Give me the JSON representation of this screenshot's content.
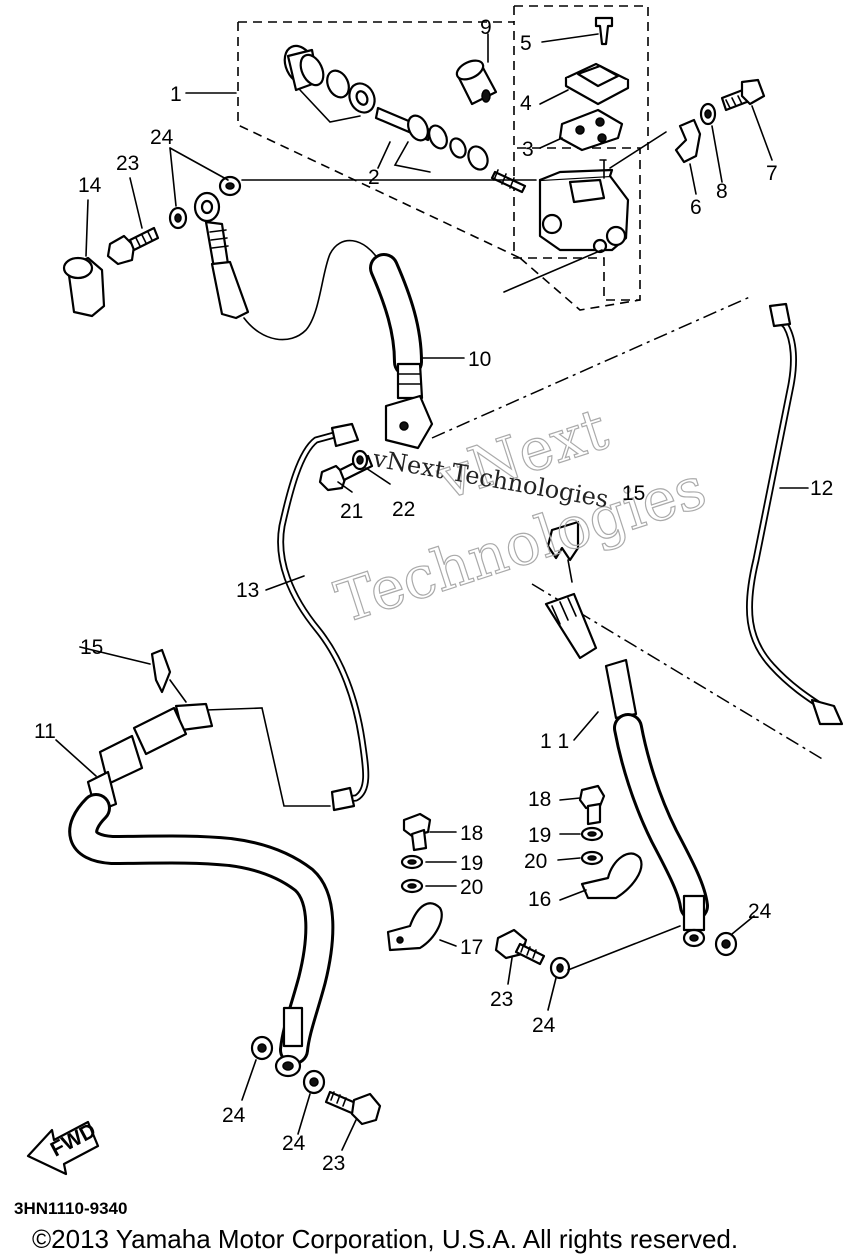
{
  "callouts": {
    "c1": "1",
    "c2": "2",
    "c3": "3",
    "c4": "4",
    "c5": "5",
    "c6": "6",
    "c7": "7",
    "c8": "8",
    "c9": "9",
    "c10": "10",
    "c11a": "11",
    "c11b": "1 1",
    "c12": "12",
    "c13": "13",
    "c14": "14",
    "c15a": "15",
    "c15b": "15",
    "c16": "16",
    "c17": "17",
    "c18a": "18",
    "c18b": "18",
    "c19a": "19",
    "c19b": "19",
    "c20a": "20",
    "c20b": "20",
    "c21": "21",
    "c22": "22",
    "c23a": "23",
    "c23b": "23",
    "c23c": "23",
    "c24a": "24",
    "c24b": "24",
    "c24c": "24",
    "c24d": "24",
    "c24e": "24"
  },
  "fwd_label": "FWD",
  "diagram_code": "3HN1110-9340",
  "watermark": {
    "line1": "vNext",
    "line2": "Technologies",
    "small": "vNext Technologies"
  },
  "copyright": "©2013 Yamaha Motor Corporation, U.S.A. All rights reserved."
}
